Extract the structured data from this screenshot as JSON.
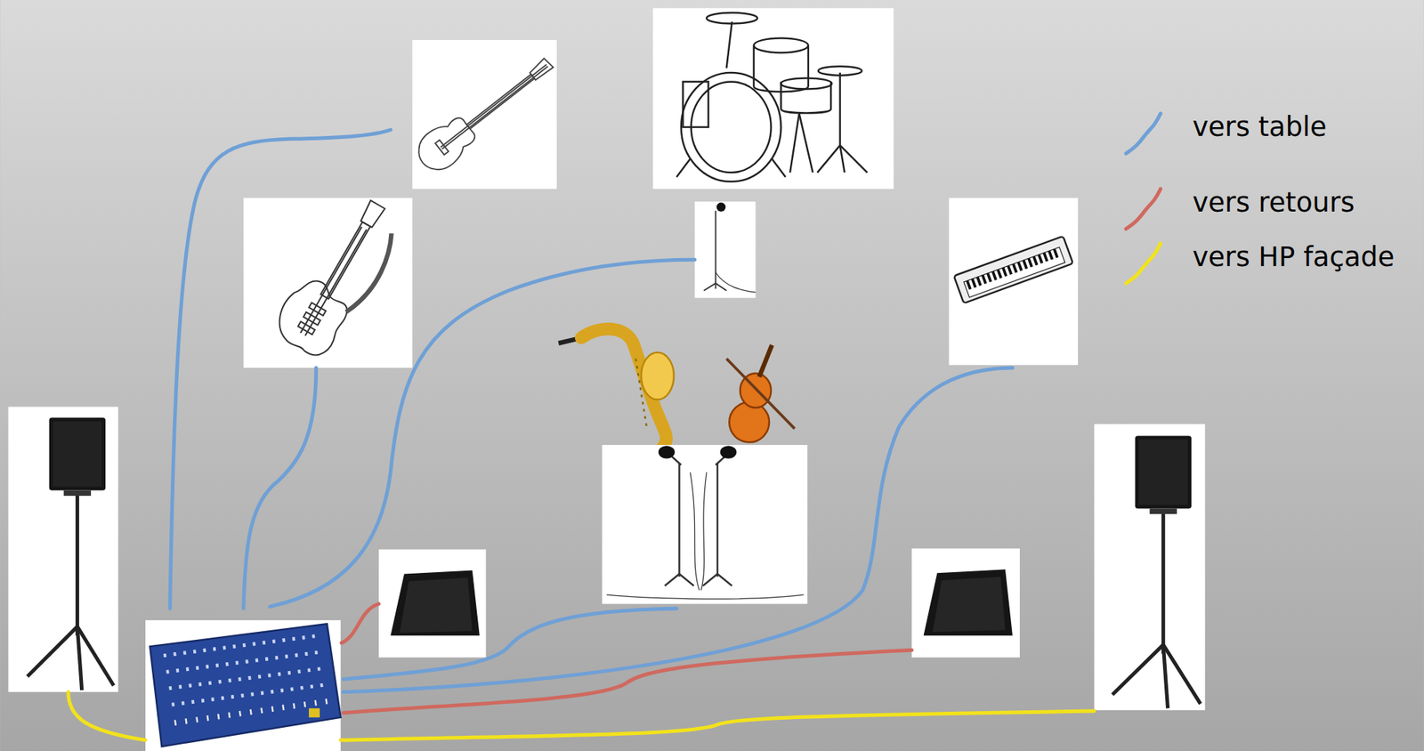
{
  "diagram": {
    "legend": [
      {
        "text": "vers table"
      },
      {
        "text": "vers retours"
      },
      {
        "text": "vers HP façade"
      }
    ]
  }
}
